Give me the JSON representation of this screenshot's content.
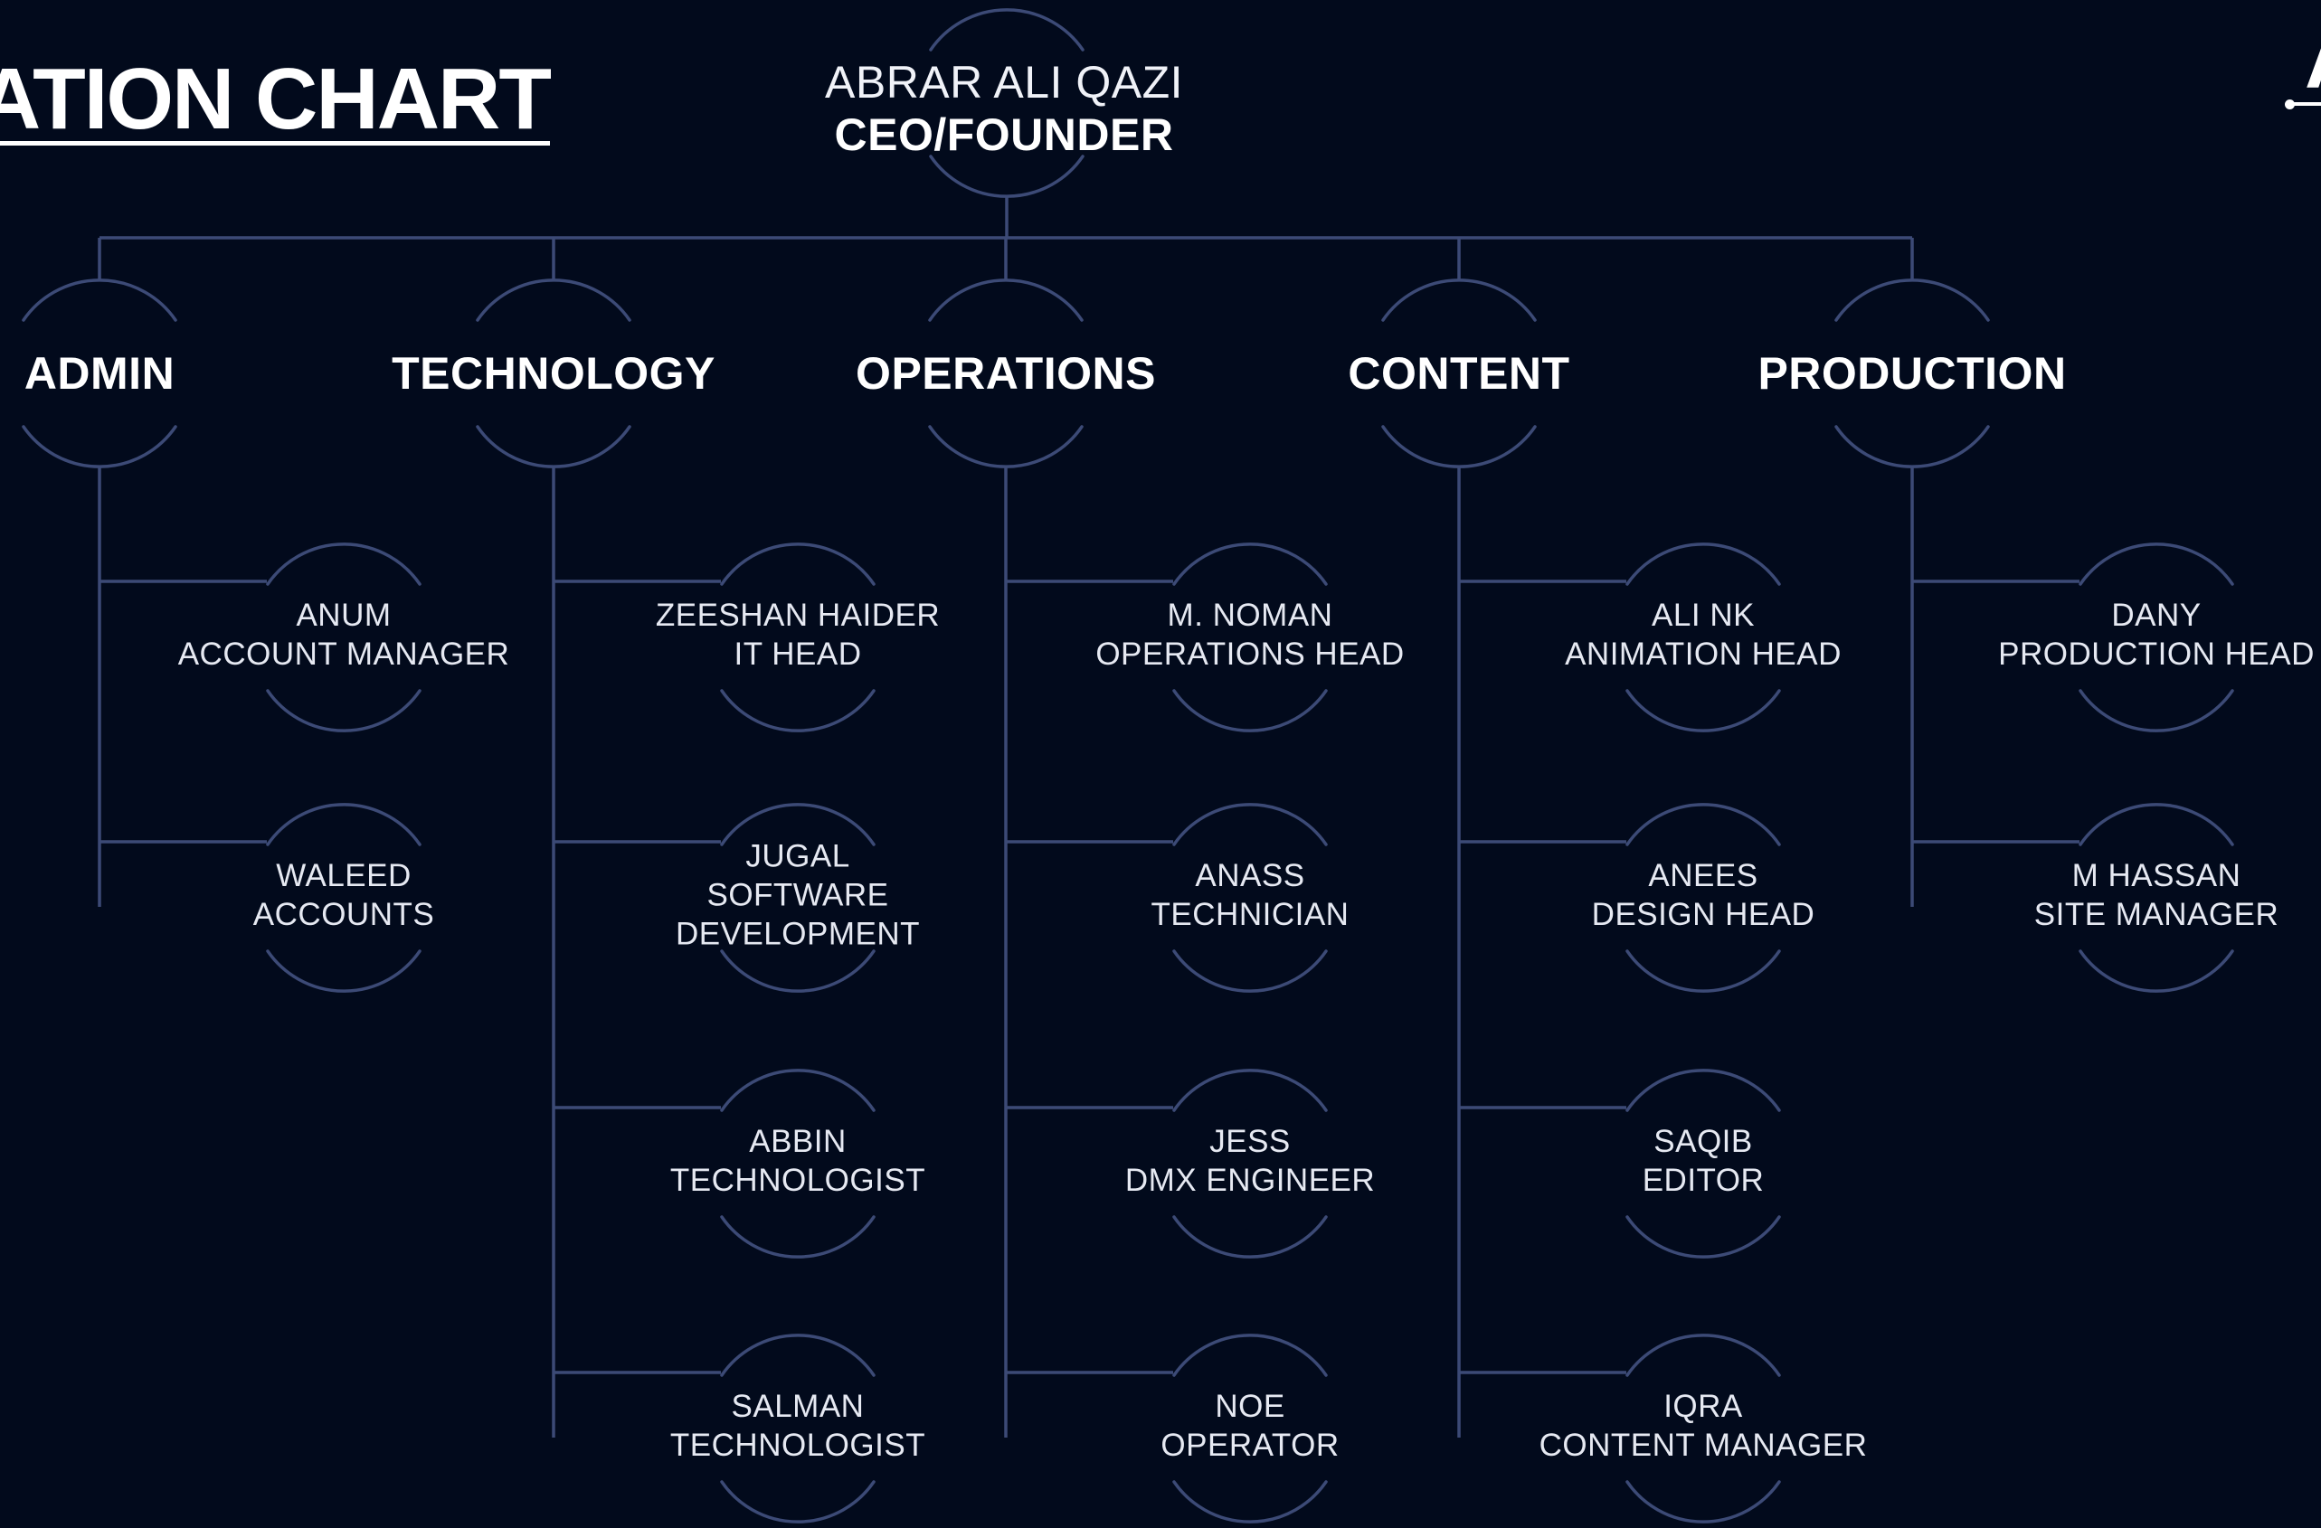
{
  "header": {
    "title": "ATION CHART",
    "logo_letter": "A"
  },
  "ceo": {
    "name": "ABRAR ALI QAZI",
    "role": "CEO/FOUNDER"
  },
  "departments": [
    {
      "label": "ADMIN",
      "members": [
        {
          "name": "ANUM",
          "role": "ACCOUNT MANAGER"
        },
        {
          "name": "WALEED",
          "role": "ACCOUNTS"
        }
      ]
    },
    {
      "label": "TECHNOLOGY",
      "members": [
        {
          "name": "ZEESHAN HAIDER",
          "role": "IT HEAD"
        },
        {
          "name": "JUGAL",
          "role": "SOFTWARE",
          "role2": "DEVELOPMENT"
        },
        {
          "name": "ABBIN",
          "role": "TECHNOLOGIST"
        },
        {
          "name": "SALMAN",
          "role": "TECHNOLOGIST"
        }
      ]
    },
    {
      "label": "OPERATIONS",
      "members": [
        {
          "name": "M. NOMAN",
          "role": "OPERATIONS HEAD"
        },
        {
          "name": "ANASS",
          "role": "TECHNICIAN"
        },
        {
          "name": "JESS",
          "role": "DMX ENGINEER"
        },
        {
          "name": "NOE",
          "role": "OPERATOR"
        }
      ]
    },
    {
      "label": "CONTENT",
      "members": [
        {
          "name": "ALI NK",
          "role": "ANIMATION HEAD"
        },
        {
          "name": "ANEES",
          "role": "DESIGN HEAD"
        },
        {
          "name": "SAQIB",
          "role": "EDITOR"
        },
        {
          "name": "IQRA",
          "role": "CONTENT MANAGER"
        }
      ]
    },
    {
      "label": "PRODUCTION",
      "members": [
        {
          "name": "DANY",
          "role": "PRODUCTION HEAD"
        },
        {
          "name": "M HASSAN",
          "role": "SITE MANAGER"
        }
      ]
    }
  ]
}
